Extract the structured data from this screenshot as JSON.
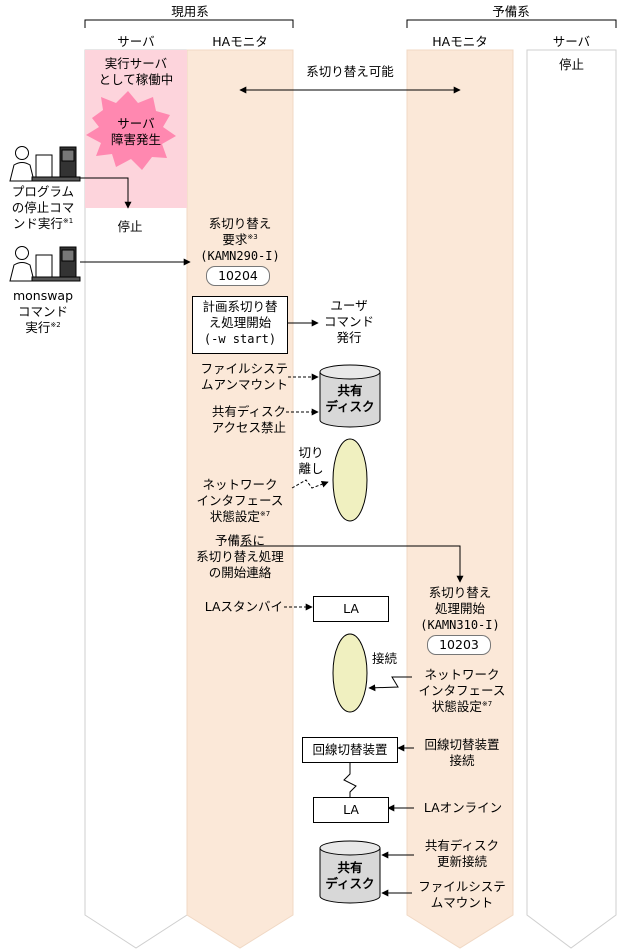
{
  "groups": {
    "active": "現用系",
    "standby": "予備系"
  },
  "columns": {
    "active_server": "サーバ",
    "active_ha": "HAモニタ",
    "standby_ha": "HAモニタ",
    "standby_server": "サーバ"
  },
  "labels": {
    "switchable": "系切り替え可能",
    "standby_server_stop": "停止",
    "running_l1": "実行サーバ",
    "running_l2": "として稼働中",
    "failure_l1": "サーバ",
    "failure_l2": "障害発生",
    "active_stop": "停止",
    "program_l1": "プログラム",
    "program_l2": "の停止コマ",
    "program_l3": "ンド実行",
    "program_note": "※1",
    "monswap_l1": "monswap",
    "monswap_l2": "コマンド",
    "monswap_l3": "実行",
    "monswap_note": "※2",
    "req_l1": "系切り替え",
    "req_l2": "要求",
    "req_note": "※3",
    "req_l3": "(KAMN290-I)",
    "req_code": "10204",
    "plan_l1": "計画系切り替",
    "plan_l2": "え処理開始",
    "plan_l3": "(-w start)",
    "user_l1": "ユーザ",
    "user_l2": "コマンド",
    "user_l3": "発行",
    "unmount_l1": "ファイルシステ",
    "unmount_l2": "ムアンマウント",
    "disk_l1": "共有",
    "disk_l2": "ディスク",
    "deny_l1": "共有ディスク",
    "deny_l2": "アクセス禁止",
    "detach_l1": "切り",
    "detach_l2": "離し",
    "netset_l1": "ネットワーク",
    "netset_l2": "インタフェース",
    "netset_l3": "状態設定",
    "netset_note": "※7",
    "notify_l1": "予備系に",
    "notify_l2": "系切り替え処理",
    "notify_l3": "の開始連絡",
    "start_l1": "系切り替え",
    "start_l2": "処理開始",
    "start_l3": "(KAMN310-I)",
    "start_code": "10203",
    "la_standby": "LAスタンバイ",
    "la": "LA",
    "connect": "接続",
    "netset2_l1": "ネットワーク",
    "netset2_l2": "インタフェース",
    "netset2_l3": "状態設定",
    "netset2_note": "※7",
    "line_switch": "回線切替装置",
    "line_connect_l1": "回線切替装置",
    "line_connect_l2": "接続",
    "la_online": "LAオンライン",
    "disk2_l1": "共有",
    "disk2_l2": "ディスク",
    "update_l1": "共有ディスク",
    "update_l2": "更新接続",
    "mount_l1": "ファイルシステ",
    "mount_l2": "ムマウント"
  },
  "colors": {
    "ha_column": "#fbe8d8",
    "failure_zone": "#fdd4dc",
    "burst": "#ff88b0",
    "ellipse": "#f0f0c0",
    "cylinder": "#d8d8d8"
  },
  "icons": [
    "user-terminal-icon",
    "user-terminal-icon"
  ]
}
